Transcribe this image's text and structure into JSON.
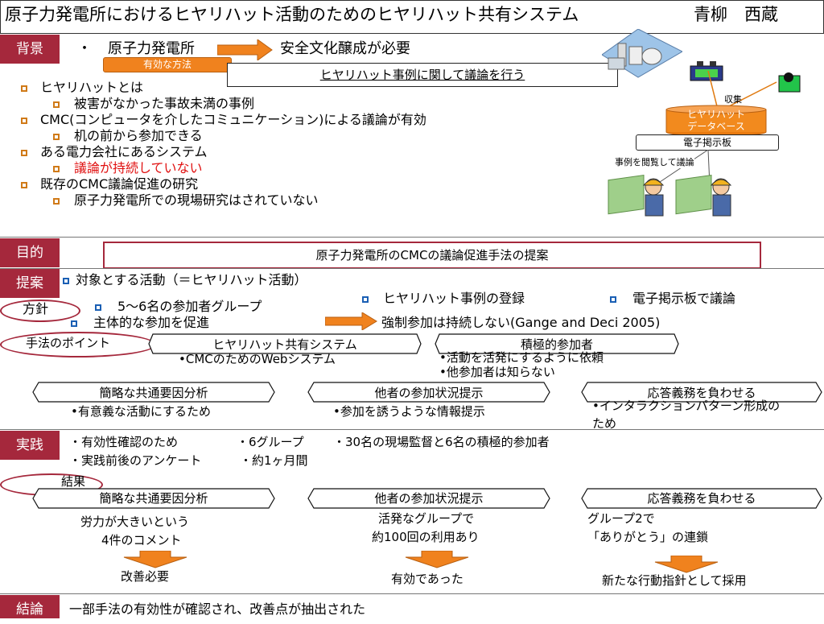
{
  "header": {
    "title": "原子力発電所におけるヒヤリハット活動のためのヒヤリハット共有システム",
    "author": "青柳　西蔵"
  },
  "colors": {
    "section_label_bg": "#a5283c",
    "accent_orange": "#f0821e",
    "bullet_orange": "#d07a18",
    "bullet_blue": "#1a5fb4",
    "highlight_red": "#e01010"
  },
  "background": {
    "label": "背景",
    "top_item_dot": "・",
    "top_item_left": "原子力発電所",
    "top_item_right": "安全文化醸成が必要",
    "method_tag": "有効な方法",
    "method_box": "ヒヤリハット事例に関して議論を行う",
    "items": [
      {
        "text": "ヒヤリハットとは",
        "sub": "被害がなかった事故未満の事例"
      },
      {
        "text": "CMC(コンピュータを介したコミュニケーション)による議論が有効",
        "sub": "机の前から参加できる"
      },
      {
        "text": "ある電力会社にあるシステム",
        "sub": "議論が持続していない"
      },
      {
        "text": "既存のCMC議論促進の研究",
        "sub": "原子力発電所での現場研究はされていない"
      }
    ],
    "diagram": {
      "collect": "収集",
      "db_line1": "ヒヤリハット",
      "db_line2": "データベース",
      "board": "電子掲示板",
      "browse": "事例を閲覧して議論"
    }
  },
  "purpose": {
    "label": "目的",
    "text": "原子力発電所のCMCの議論促進手法の提案"
  },
  "proposal": {
    "label": "提案",
    "target": "対象とする活動（＝ヒヤリハット活動）",
    "policy_label": "方針",
    "policy_1": "5～6名の参加者グループ",
    "policy_2": "主体的な参加を促進",
    "reg": "ヒヤリハット事例の登録",
    "board": "電子掲示板で議論",
    "forced": "強制参加は持続しない(Gange and Deci 2005)",
    "point_label": "手法のポイント",
    "system_title": "ヒヤリハット共有システム",
    "system_desc": "•CMCのためのWebシステム",
    "active_title": "積極的参加者",
    "active_desc_1": "•活動を活発にするように依頼",
    "active_desc_2": "•他参加者は知らない",
    "m1_title": "簡略な共通要因分析",
    "m1_desc": "•有意義な活動にするため",
    "m2_title": "他者の参加状況提示",
    "m2_desc": "•参加を誘うような情報提示",
    "m3_title": "応答義務を負わせる",
    "m3_desc_1": "•インタラクションパターン形成の",
    "m3_desc_2": "ため"
  },
  "practice": {
    "label": "実践",
    "l1a": "・有効性確認のため",
    "l1b": "・6グループ",
    "l1c": "・30名の現場監督と6名の積極的参加者",
    "l2a": "・実践前後のアンケート",
    "l2b": "・約1ヶ月間",
    "result_label": "結果",
    "r1_title": "簡略な共通要因分析",
    "r1_desc_1": "労力が大きいという",
    "r1_desc_2": "4件のコメント",
    "r1_out": "改善必要",
    "r2_title": "他者の参加状況提示",
    "r2_desc_1": "活発なグループで",
    "r2_desc_2": "約100回の利用あり",
    "r2_out": "有効であった",
    "r3_title": "応答義務を負わせる",
    "r3_desc_1": "グループ2で",
    "r3_desc_2": "「ありがとう」の連鎖",
    "r3_out": "新たな行動指針として採用"
  },
  "conclusion": {
    "label": "結論",
    "text": "一部手法の有効性が確認され、改善点が抽出された"
  }
}
